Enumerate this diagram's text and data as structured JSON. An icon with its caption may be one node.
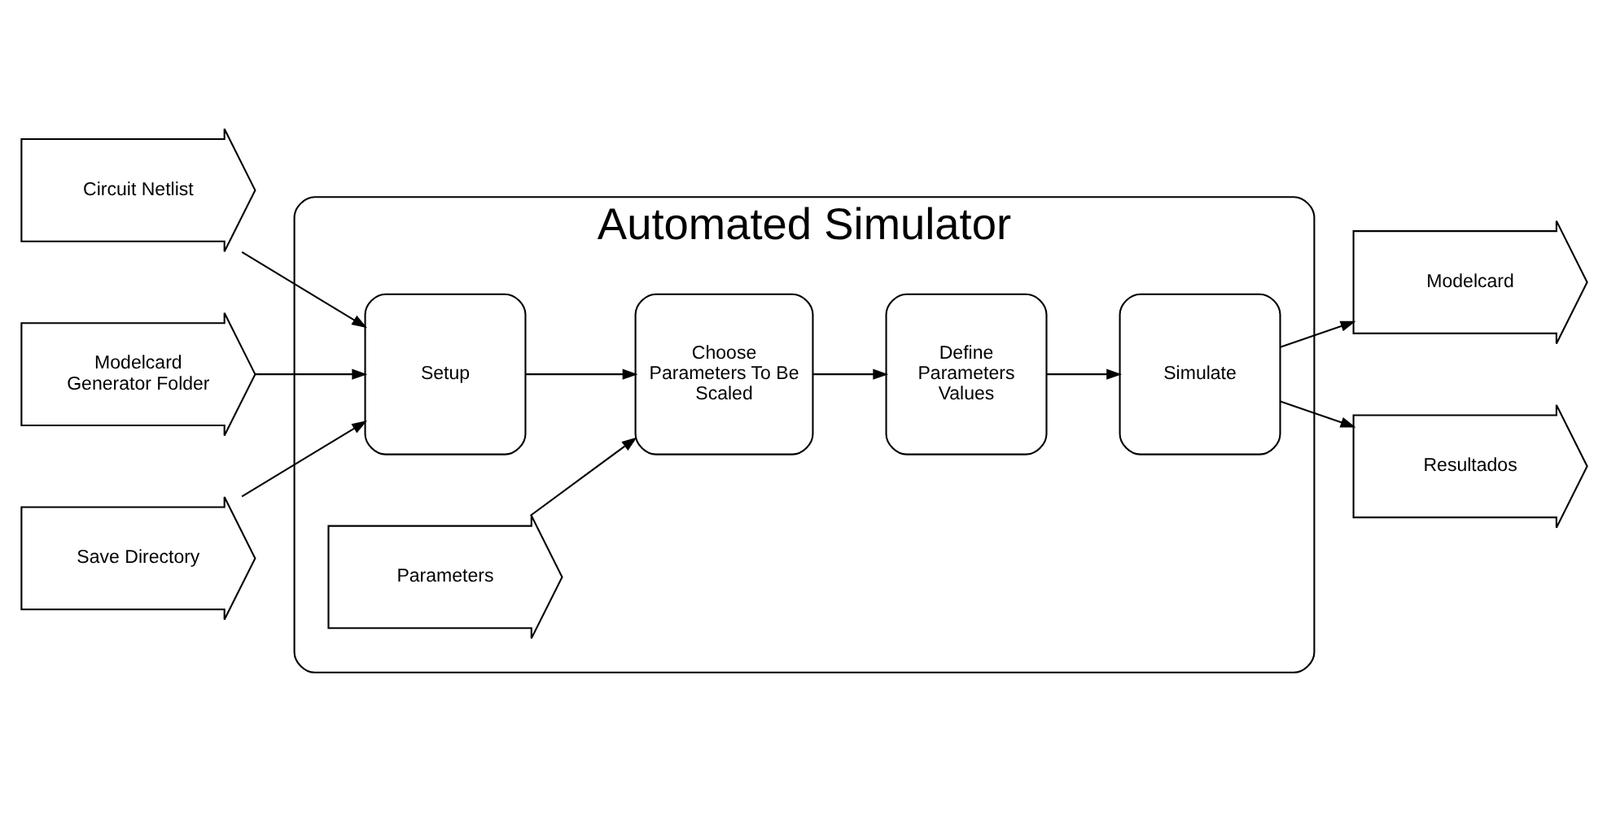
{
  "diagram": {
    "nodes": [
      {
        "text": [
          "Automated Simulator"
        ]
      },
      {
        "text": [
          "Circuit Netlist"
        ]
      },
      {
        "text": [
          "Modelcard Generator Folder"
        ]
      },
      {
        "text": [
          "Save Directory"
        ]
      },
      {
        "text": [
          "Setup"
        ],
        "in": 0
      },
      {
        "text": [
          "Choose Parameters To Be Scaled"
        ],
        "in": 0
      },
      {
        "text": [
          "Define Parameters Values"
        ],
        "in": 0
      },
      {
        "text": [
          "Simulate"
        ],
        "in": 0
      },
      {
        "text": [
          "Parameters"
        ],
        "in": 0
      },
      {
        "text": [
          "Modelcard"
        ]
      },
      {
        "text": [
          "Resultados"
        ]
      }
    ],
    "edges": [
      {
        "from": 1,
        "to": 4,
        "arrow": "to"
      },
      {
        "from": 2,
        "to": 4,
        "arrow": "to"
      },
      {
        "from": 3,
        "to": 4,
        "arrow": "to"
      },
      {
        "from": 4,
        "to": 5,
        "arrow": "to"
      },
      {
        "from": 5,
        "to": 6,
        "arrow": "to"
      },
      {
        "from": 6,
        "to": 7,
        "arrow": "to"
      },
      {
        "from": 8,
        "to": 5,
        "arrow": "to"
      },
      {
        "from": 7,
        "to": 9,
        "arrow": "to"
      },
      {
        "from": 7,
        "to": 10,
        "arrow": "to"
      }
    ]
  }
}
